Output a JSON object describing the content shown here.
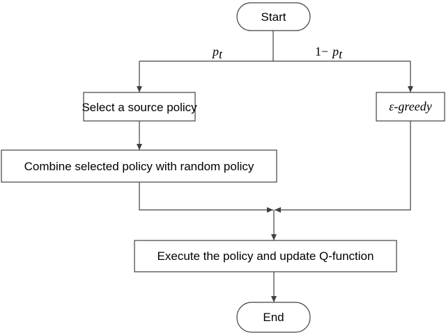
{
  "nodes": {
    "start": "Start",
    "select_source": "Select a source policy",
    "combine": "Combine selected policy with random policy",
    "epsilon_greedy": "ε-greedy",
    "execute": "Execute the policy and update Q-function",
    "end": "End"
  },
  "edges": {
    "left_prob_main": "p",
    "left_prob_sub": "t",
    "right_prob_prefix": "1−",
    "right_prob_main": "p",
    "right_prob_sub": "t"
  },
  "colors": {
    "terminal_fill": "#ffffff",
    "stroke": "#404040",
    "line": "#404040"
  }
}
